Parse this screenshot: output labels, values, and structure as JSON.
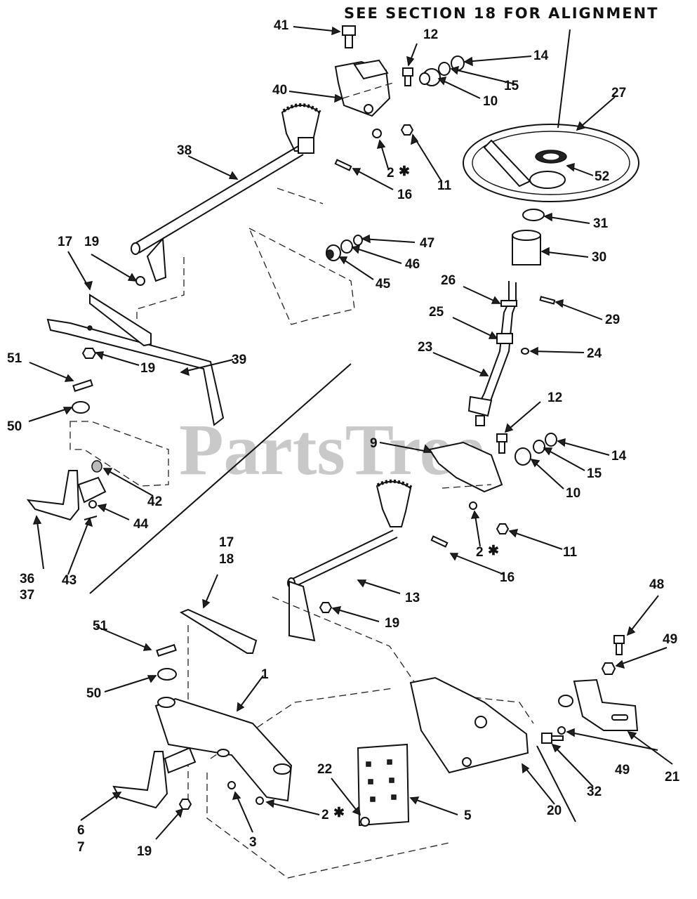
{
  "header": {
    "text": "SEE SECTION 18 FOR ALIGNMENT"
  },
  "watermark": {
    "text": "PartsTree",
    "trademark": "™",
    "color": "#c9c9c9"
  },
  "asterisk": "✱",
  "callouts": {
    "c41": "41",
    "c12a": "12",
    "c14a": "14",
    "c15a": "15",
    "c10a": "10",
    "c40": "40",
    "c27": "27",
    "c38": "38",
    "c2a": "2",
    "c11a": "11",
    "c16a": "16",
    "c52": "52",
    "c31": "31",
    "c17a": "17",
    "c19a": "19",
    "c47": "47",
    "c46": "46",
    "c45": "45",
    "c30": "30",
    "c26": "26",
    "c29": "29",
    "c25": "25",
    "c24": "24",
    "c23": "23",
    "c51a": "51",
    "c39": "39",
    "c19b": "19",
    "c50a": "50",
    "c12b": "12",
    "c9": "9",
    "c14b": "14",
    "c15b": "15",
    "c42": "42",
    "c10b": "10",
    "c44": "44",
    "c2b": "2",
    "c11b": "11",
    "c36": "36",
    "c37": "37",
    "c43": "43",
    "c16b": "16",
    "c17b": "17",
    "c18": "18",
    "c13": "13",
    "c19c": "19",
    "c48": "48",
    "c49a": "49",
    "c51b": "51",
    "c50b": "50",
    "c1": "1",
    "c49b": "49",
    "c21": "21",
    "c32": "32",
    "c22": "22",
    "c5": "5",
    "c20": "20",
    "c2c": "2",
    "c6": "6",
    "c7": "7",
    "c19d": "19",
    "c3": "3"
  }
}
